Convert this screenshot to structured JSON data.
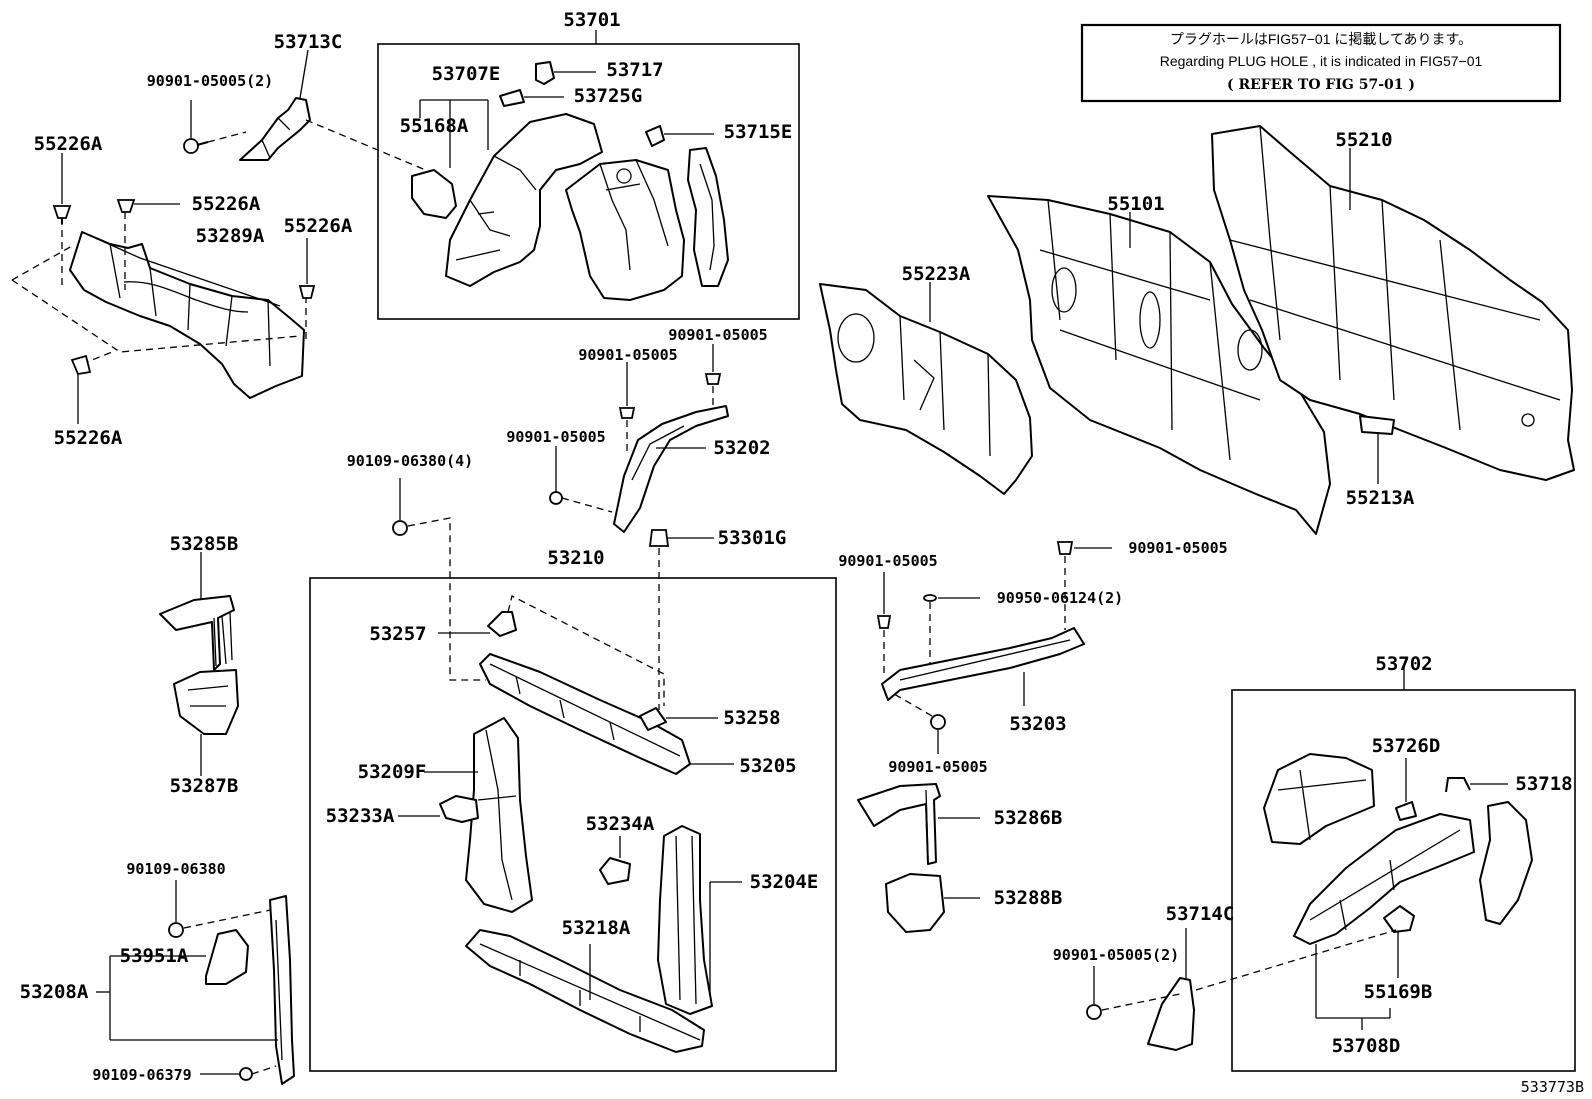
{
  "note": {
    "line1": "プラグホールはFIG57−01 に掲載してあります。",
    "line2": "Regarding PLUG HOLE , it is indicated in FIG57−01",
    "line3": "( REFER TO FIG 57-01 )"
  },
  "figure_id": "533773B",
  "labels": {
    "p53701": "53701",
    "p53713C": "53713C",
    "p90901_05005_2a": "90901-05005(2)",
    "p55226A_1": "55226A",
    "p55226A_2": "55226A",
    "p55226A_3": "55226A",
    "p55226A_4": "55226A",
    "p53289A": "53289A",
    "p53707E": "53707E",
    "p55168A": "55168A",
    "p53717": "53717",
    "p53725G": "53725G",
    "p53715E": "53715E",
    "p55210": "55210",
    "p55101": "55101",
    "p55223A": "55223A",
    "p55213A": "55213A",
    "p90901_05005_a": "90901-05005",
    "p90901_05005_b": "90901-05005",
    "p90901_05005_c": "90901-05005",
    "p53202": "53202",
    "p90109_06380_4": "90109-06380(4)",
    "p53301G": "53301G",
    "p53285B": "53285B",
    "p53287B": "53287B",
    "p53210": "53210",
    "p53257": "53257",
    "p53258": "53258",
    "p53205": "53205",
    "p53209F": "53209F",
    "p53233A": "53233A",
    "p53234A": "53234A",
    "p53204E": "53204E",
    "p53218A": "53218A",
    "p90109_06380": "90109-06380",
    "p53951A": "53951A",
    "p53208A": "53208A",
    "p90109_06379": "90109-06379",
    "p90901_05005_d": "90901-05005",
    "p90901_05005_e": "90901-05005",
    "p90950_06124_2": "90950-06124(2)",
    "p53203": "53203",
    "p90901_05005_f": "90901-05005",
    "p53286B": "53286B",
    "p53288B": "53288B",
    "p53702": "53702",
    "p53726D": "53726D",
    "p53718": "53718",
    "p53714C": "53714C",
    "p90901_05005_2b": "90901-05005(2)",
    "p55169B": "55169B",
    "p53708D": "53708D"
  }
}
